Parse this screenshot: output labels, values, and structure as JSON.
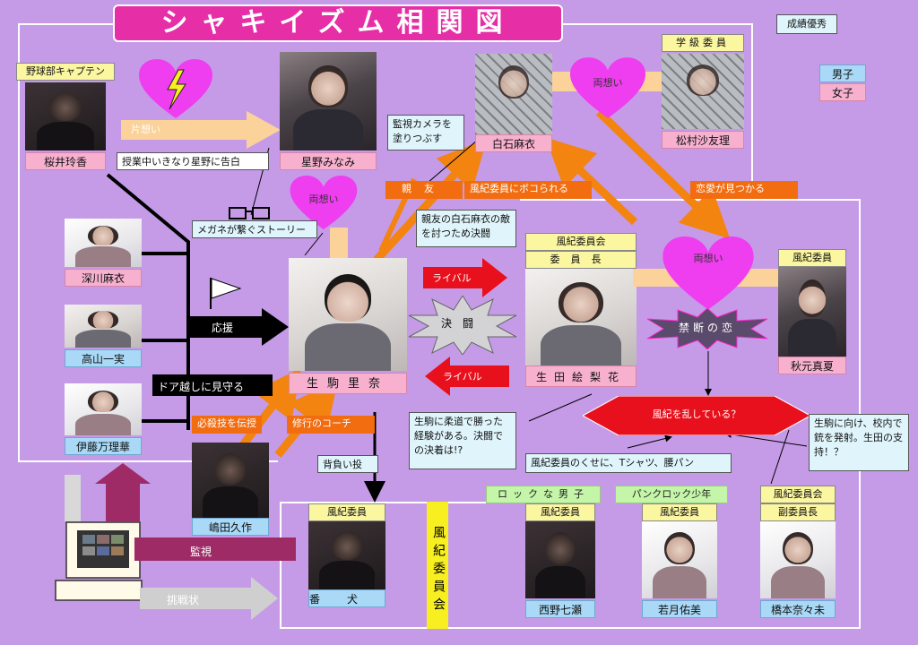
{
  "title": "シャキイズム相関図",
  "legend": {
    "male": "男子",
    "female": "女子",
    "male_color": "#a9d9f7",
    "female_color": "#f7b1cf"
  },
  "corner_note": "成績優秀",
  "people": {
    "sakurai": {
      "name": "桜井玲香",
      "tag": "野球部キャプテン"
    },
    "hoshino": {
      "name": "星野みなみ"
    },
    "shiraishi": {
      "name": "白石麻衣"
    },
    "matsumura": {
      "name": "松村沙友理",
      "tag": "学級委員"
    },
    "fukagawa": {
      "name": "深川麻衣"
    },
    "takayama": {
      "name": "高山一実"
    },
    "ito": {
      "name": "伊藤万理華"
    },
    "ikoma": {
      "name": "生駒里奈"
    },
    "ikuta": {
      "name": "生田絵梨花",
      "tag1": "風紀委員会",
      "tag2": "委員長"
    },
    "akimoto": {
      "name": "秋元真夏",
      "tag": "風紀委員"
    },
    "shimada": {
      "name": "嶋田久作"
    },
    "banken": {
      "name": "番犬",
      "tag": "風紀委員"
    },
    "nishino": {
      "name": "西野七瀬",
      "tag": "風紀委員",
      "badge": "ロックな男子"
    },
    "wakatsuki": {
      "name": "若月佑美",
      "tag": "風紀委員",
      "badge": "パンクロック少年"
    },
    "hashimoto": {
      "name": "橋本奈々未",
      "tag1": "風紀委員会",
      "tag2": "副委員長"
    }
  },
  "labels": {
    "kataomoi": "片想い",
    "confession": "授業中いきなり星野に告白",
    "ryouomoi": "両想い",
    "camera": "監視カメラを塗りつぶす",
    "shinyuu": "親友",
    "beaten": "風紀委員にボコられる",
    "love_found": "恋愛が見つかる",
    "glasses": "メガネが繋ぐストーリー",
    "revenge": "親友の白石麻衣の敵を討つため決闘",
    "rival": "ライバル",
    "kettou": "決闘",
    "kindan": "禁断の恋",
    "ouen": "応援",
    "door": "ドア越しに見守る",
    "hissatsu": "必殺技を伝授",
    "coach": "修行のコーチ",
    "seoi": "背負い投",
    "judo": "生駒に柔道で勝った経験がある。決闘での決着は!?",
    "disorder": "風紀を乱している？",
    "gun": "生駒に向け、校内で銃を発射。生田の支持！？",
    "tshirt": "風紀委員のくせに、Tシャツ、腰パン",
    "committee": "風紀委員会",
    "kanshi": "監視",
    "chousen": "挑戦状"
  },
  "colors": {
    "background": "#c59be8",
    "title_bg": "#e62ea6",
    "arrow_orange": "#f2840f",
    "arrow_red": "#e8101c",
    "heart": "#ef3df0",
    "beam": "#fad29a"
  }
}
